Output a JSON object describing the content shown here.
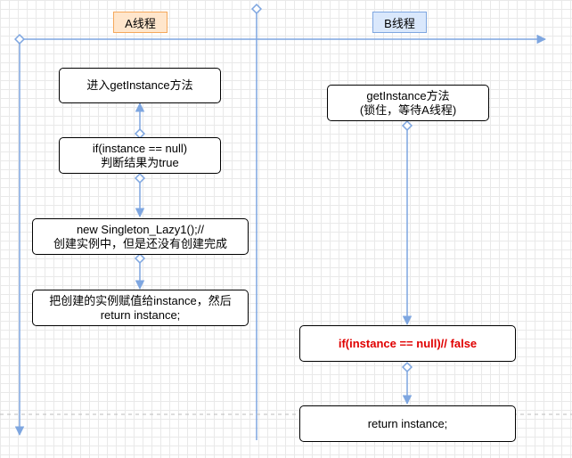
{
  "lanes": {
    "a": {
      "label": "A线程",
      "fill": "#ffe6cc",
      "border": "#f5a85b"
    },
    "b": {
      "label": "B线程",
      "fill": "#dae8fc",
      "border": "#7ea6e0"
    }
  },
  "colors": {
    "connector": "#7ea6e0",
    "divider": "#bbbbbb",
    "highlight": "#e00000"
  },
  "thread_a": {
    "step1": "进入getInstance方法",
    "step2": {
      "line1": "if(instance == null)",
      "line2": "判断结果为true"
    },
    "step3": {
      "line1": "new Singleton_Lazy1();//",
      "line2": "创建实例中，但是还没有创建完成"
    },
    "step4": {
      "line1": "把创建的实例赋值给instance，然后",
      "line2": "return instance;"
    }
  },
  "thread_b": {
    "step1": {
      "line1": "getInstance方法",
      "line2": "(锁住，等待A线程)"
    },
    "step2": "if(instance == null)// false",
    "step3": "return instance;"
  }
}
